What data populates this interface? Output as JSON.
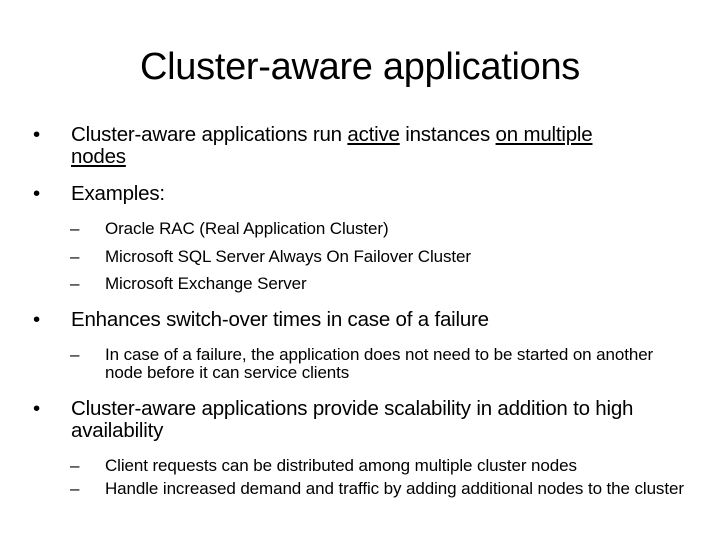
{
  "slide": {
    "title": "Cluster-aware applications",
    "b1": {
      "part1": "Cluster-aware applications run ",
      "active": "active",
      "part2": " instances ",
      "on_multiple": "on multiple",
      "part3": "nodes"
    },
    "b2": "Examples:",
    "b2_sub": [
      "Oracle RAC (Real Application Cluster)",
      "Microsoft SQL Server Always On Failover Cluster",
      "Microsoft Exchange Server"
    ],
    "b3": "Enhances switch-over times in case of a failure",
    "b3_sub": [
      "In case of a failure, the application does not need to be started on another node before it can service clients"
    ],
    "b4": "Cluster-aware applications provide scalability in addition to high availability",
    "b4_sub": [
      "Client requests can be distributed among multiple cluster nodes",
      "Handle increased demand and traffic by adding additional nodes to the cluster"
    ],
    "bullet_glyph": "•",
    "dash_glyph": "–"
  }
}
